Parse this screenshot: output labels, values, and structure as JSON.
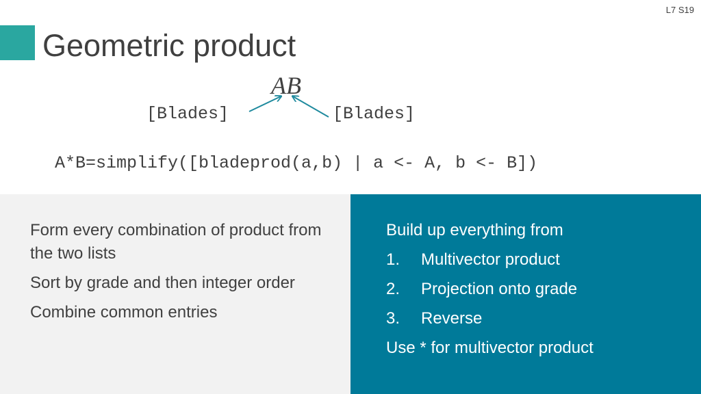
{
  "slide_number": "L7 S19",
  "title": "Geometric product",
  "formula": "AB",
  "blades_left": "[Blades]",
  "blades_right": "[Blades]",
  "code_line": "A*B=simplify([bladeprod(a,b) | a <- A, b <- B])",
  "left_panel": {
    "items": [
      "Form every combination of product from the two lists",
      "Sort by grade and then integer order",
      "Combine common entries"
    ]
  },
  "right_panel": {
    "intro": "Build up everything from",
    "steps": [
      {
        "num": "1.",
        "text": "Multivector product"
      },
      {
        "num": "2.",
        "text": "Projection onto grade"
      },
      {
        "num": "3.",
        "text": "Reverse"
      }
    ],
    "outro": "Use * for multivector product"
  },
  "colors": {
    "accent": "#2aa7a0",
    "panel_right": "#007a99",
    "panel_left": "#f2f2f2",
    "arrow": "#1f8a9e"
  }
}
